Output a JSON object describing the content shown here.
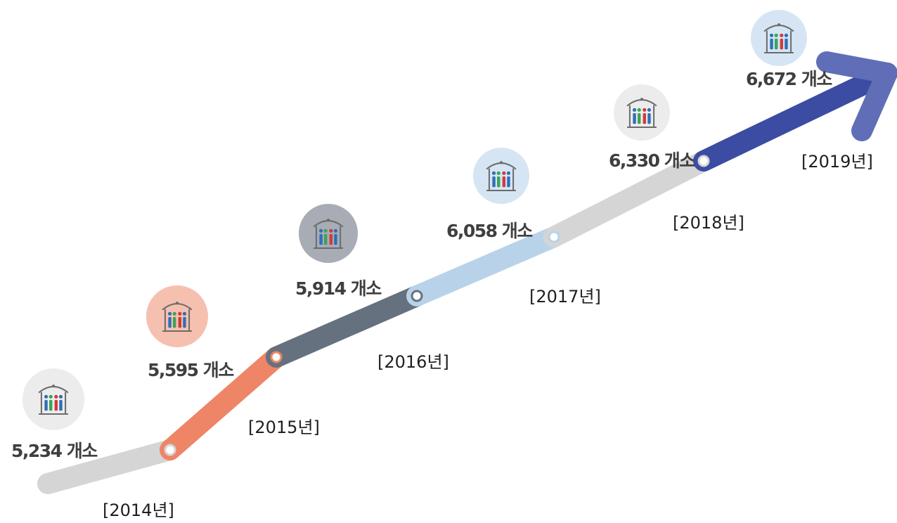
{
  "chart_data": {
    "type": "line",
    "title": "",
    "xlabel": "",
    "ylabel": "",
    "categories": [
      "[2014년]",
      "[2015년]",
      "[2016년]",
      "[2017년]",
      "[2018년]",
      "[2019년]"
    ],
    "values": [
      5234,
      5595,
      5914,
      6058,
      6330,
      6672
    ],
    "value_labels": [
      "5,234 개소",
      "5,595 개소",
      "5,914 개소",
      "6,058 개소",
      "6,330 개소",
      "6,672 개소"
    ],
    "segment_colors": [
      "#d5d5d5",
      "#ee8567",
      "#65717e",
      "#b8d3e9",
      "#d5d5d5",
      "#3b4ca2"
    ],
    "badge_colors": [
      "#ececec",
      "#f6c0b0",
      "#a7acb5",
      "#d5e5f3",
      "#ececec",
      "#d5e5f3"
    ],
    "arrowhead_color": "#5f6eb6",
    "icon": "library-gate-icon",
    "grid": false,
    "legend": "none"
  }
}
